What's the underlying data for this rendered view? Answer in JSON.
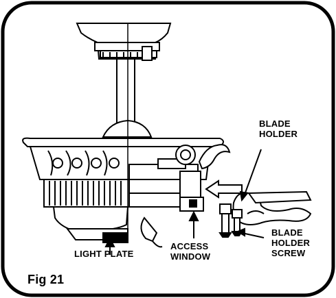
{
  "labels": {
    "blade_holder": [
      "BLADE",
      "HOLDER"
    ],
    "blade_holder_screw": [
      "BLADE",
      "HOLDER",
      "SCREW"
    ],
    "access_window": [
      "ACCESS",
      "WINDOW"
    ],
    "light_plate": "LIGHT PLATE",
    "figure": "Fig 21"
  },
  "colors": {
    "ink": "#000000",
    "paper": "#ffffff"
  },
  "arrow_direction": "left"
}
